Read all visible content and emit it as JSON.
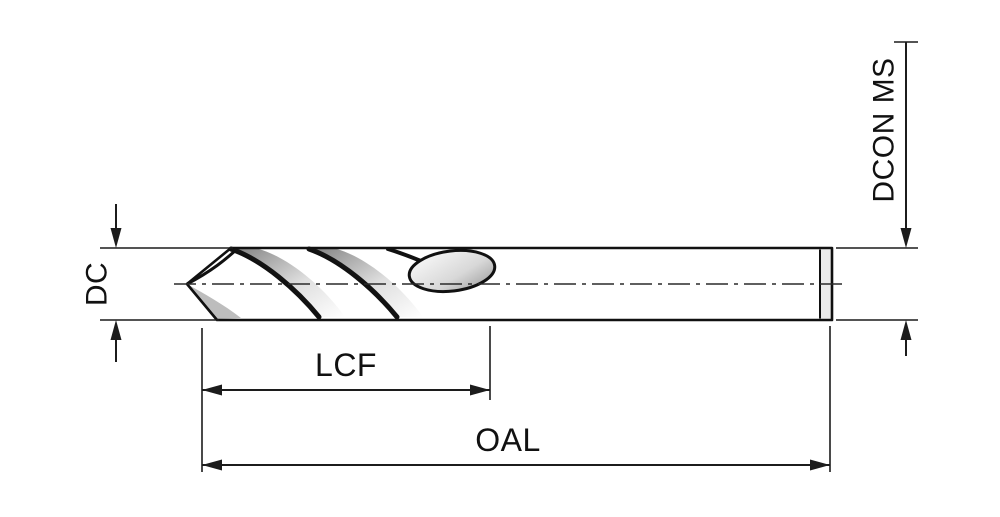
{
  "diagram": {
    "kind": "drill-bit-dimension-drawing",
    "labels": {
      "dc": "DC",
      "lcf": "LCF",
      "oal": "OAL",
      "dcon_ms": "DCON MS"
    },
    "colors": {
      "line": "#1c1c1c",
      "background": "#ffffff",
      "metal_highlight": "#fbfbfb",
      "metal_mid": "#c9c9c9",
      "metal_dark": "#737373"
    }
  }
}
